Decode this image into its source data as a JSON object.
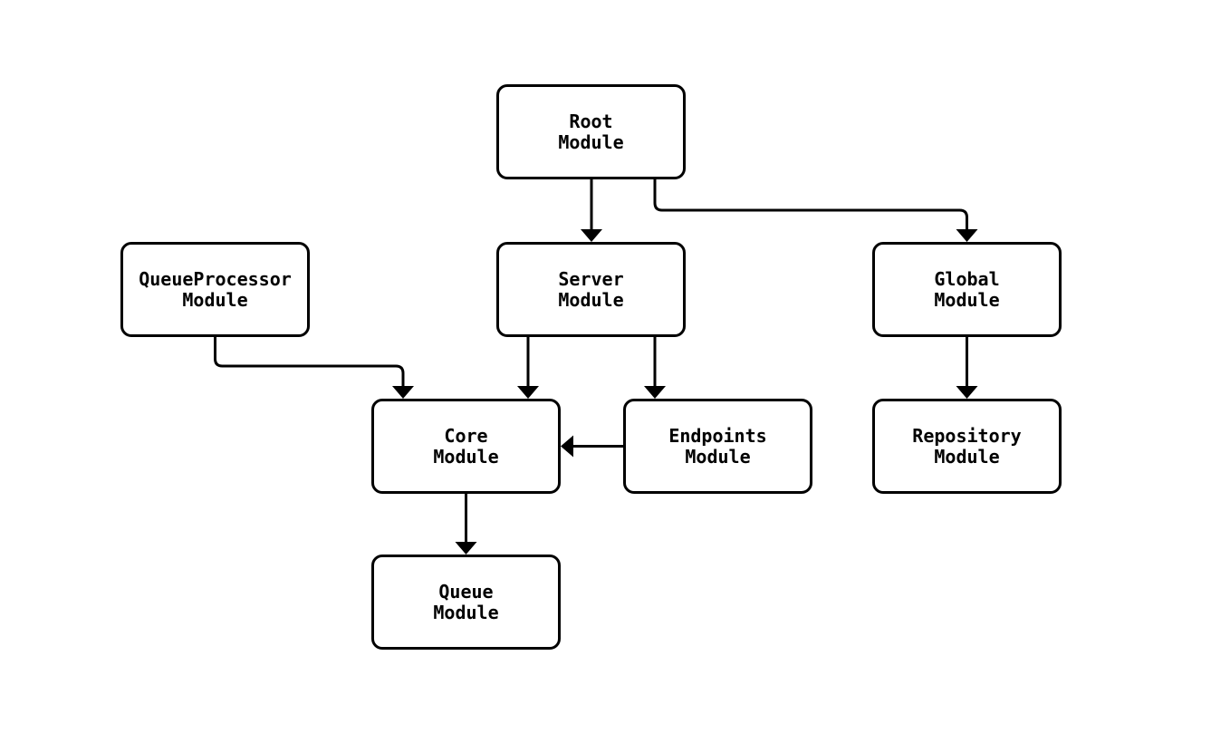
{
  "diagram": {
    "type": "module-dependency-graph",
    "nodes": [
      {
        "id": "root",
        "line1": "Root",
        "line2": "Module"
      },
      {
        "id": "queueprocessor",
        "line1": "QueueProcessor",
        "line2": "Module"
      },
      {
        "id": "server",
        "line1": "Server",
        "line2": "Module"
      },
      {
        "id": "global",
        "line1": "Global",
        "line2": "Module"
      },
      {
        "id": "core",
        "line1": "Core",
        "line2": "Module"
      },
      {
        "id": "endpoints",
        "line1": "Endpoints",
        "line2": "Module"
      },
      {
        "id": "repository",
        "line1": "Repository",
        "line2": "Module"
      },
      {
        "id": "queue",
        "line1": "Queue",
        "line2": "Module"
      }
    ],
    "edges": [
      {
        "from": "Root Module",
        "to": "Server Module"
      },
      {
        "from": "Root Module",
        "to": "Global Module"
      },
      {
        "from": "QueueProcessor Module",
        "to": "Core Module"
      },
      {
        "from": "Server Module",
        "to": "Core Module"
      },
      {
        "from": "Server Module",
        "to": "Endpoints Module"
      },
      {
        "from": "Endpoints Module",
        "to": "Core Module"
      },
      {
        "from": "Global Module",
        "to": "Repository Module"
      },
      {
        "from": "Core Module",
        "to": "Queue Module"
      }
    ],
    "colors": {
      "background": "#ffffff",
      "node_fill": "#ffffff",
      "stroke": "#000000",
      "text": "#000000"
    }
  }
}
